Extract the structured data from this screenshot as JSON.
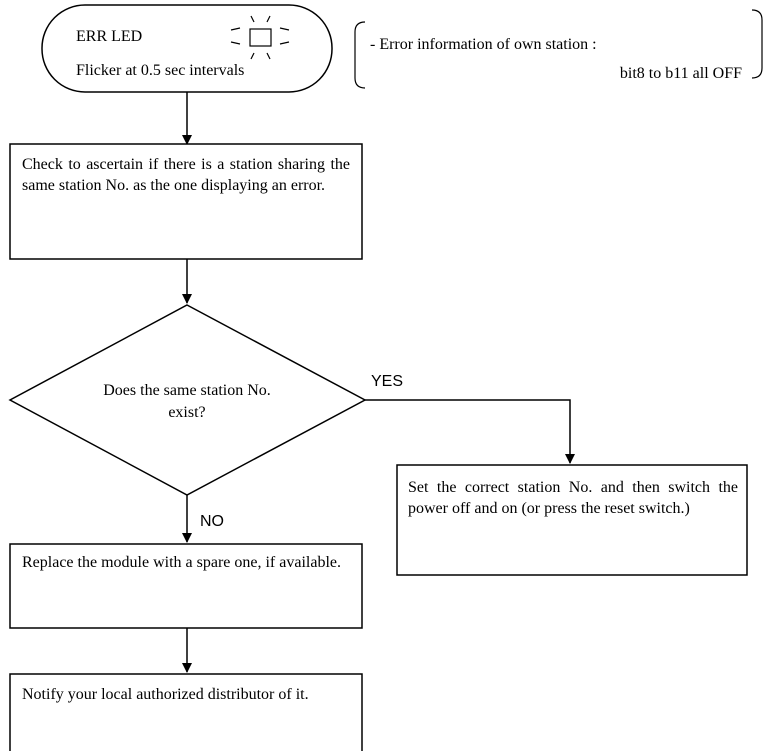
{
  "start": {
    "led_label": "ERR LED",
    "flicker_text": "Flicker at 0.5 sec intervals",
    "led_icon": "led-flicker-icon"
  },
  "note": {
    "line1": "- Error information of own station :",
    "line2": "bit8 to b11 all OFF"
  },
  "step_check": "Check to ascertain if there is a station sharing the same station No. as the one displaying an error.",
  "decision": {
    "line1": "Does the same station No.",
    "line2": "exist?",
    "yes_label": "YES",
    "no_label": "NO"
  },
  "step_yes": "Set the correct station No. and then switch the power off and on (or press the reset switch.)",
  "step_replace": "Replace the module with a spare one, if available.",
  "step_notify": "Notify your local authorized distributor of it."
}
